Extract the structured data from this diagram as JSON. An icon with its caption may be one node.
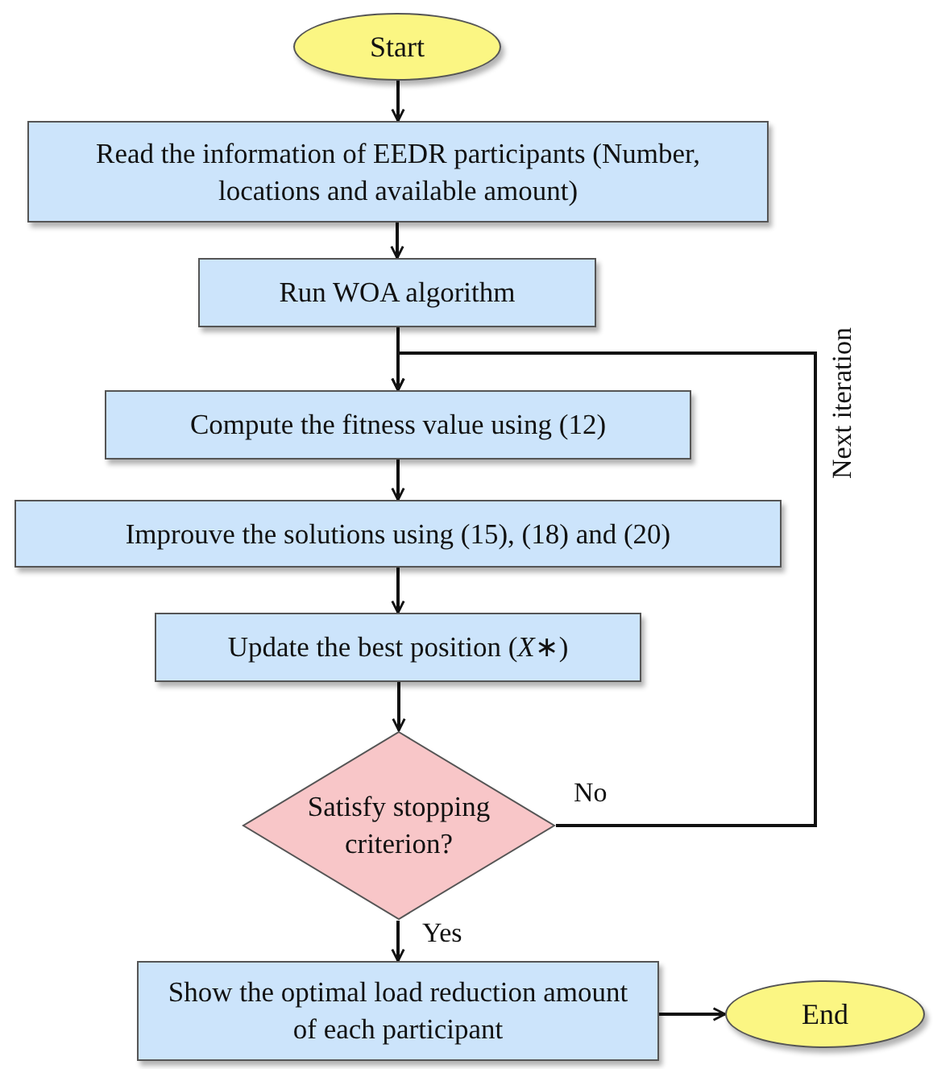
{
  "diagram": {
    "nodes": [
      {
        "text": [
          "Start"
        ]
      },
      {
        "text": [
          "Read the information of EEDR participants (Number, locations and available amount)"
        ]
      },
      {
        "text": [
          "Run WOA algorithm"
        ]
      },
      {
        "text": [
          "Compute the fitness value using (12)"
        ]
      },
      {
        "text": [
          "Improuve the solutions using (15), (18) and (20)"
        ]
      },
      {
        "text": [
          "Update the best position (*X*∗)"
        ]
      },
      {
        "text": [
          "Satisfy stopping criterion?"
        ]
      },
      {
        "text": [
          "Show the optimal load reduction amount of each participant"
        ]
      },
      {
        "text": [
          "End"
        ]
      }
    ],
    "edges": [
      {
        "from": 0,
        "to": 1,
        "arrow": "to"
      },
      {
        "from": 1,
        "to": 2,
        "arrow": "to"
      },
      {
        "from": 2,
        "to": 3,
        "arrow": "to"
      },
      {
        "from": 3,
        "to": 4,
        "arrow": "to"
      },
      {
        "from": 4,
        "to": 5,
        "arrow": "to"
      },
      {
        "from": 5,
        "to": 6,
        "arrow": "to"
      },
      {
        "from": 6,
        "to": 3,
        "arrow": "to",
        "label": "No"
      },
      {
        "from": 6,
        "to": 7,
        "arrow": "to",
        "label": "Yes"
      },
      {
        "from": 7,
        "to": 8,
        "arrow": "to"
      }
    ],
    "labels": [
      "Next iteration"
    ]
  }
}
